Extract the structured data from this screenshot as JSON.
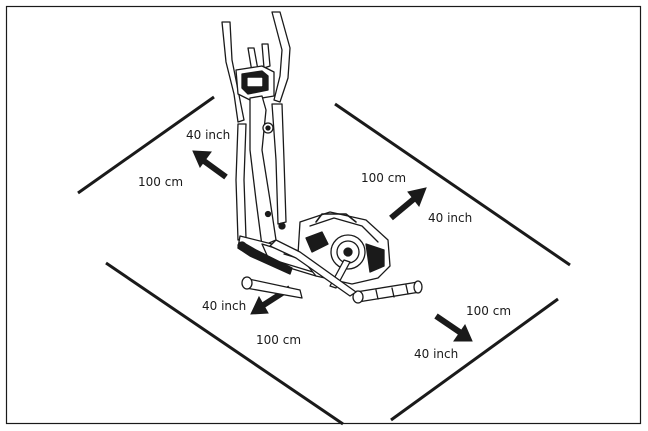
{
  "clearance": {
    "back_left": {
      "inch_label": "40 inch",
      "cm_label": "100 cm"
    },
    "back_right": {
      "cm_label": "100 cm",
      "inch_label": "40 inch"
    },
    "front_left": {
      "inch_label": "40 inch",
      "cm_label": "100 cm"
    },
    "front_right": {
      "cm_label": "100 cm",
      "inch_label": "40 inch"
    }
  },
  "colors": {
    "ink": "#1a1a1a",
    "background": "#ffffff"
  }
}
